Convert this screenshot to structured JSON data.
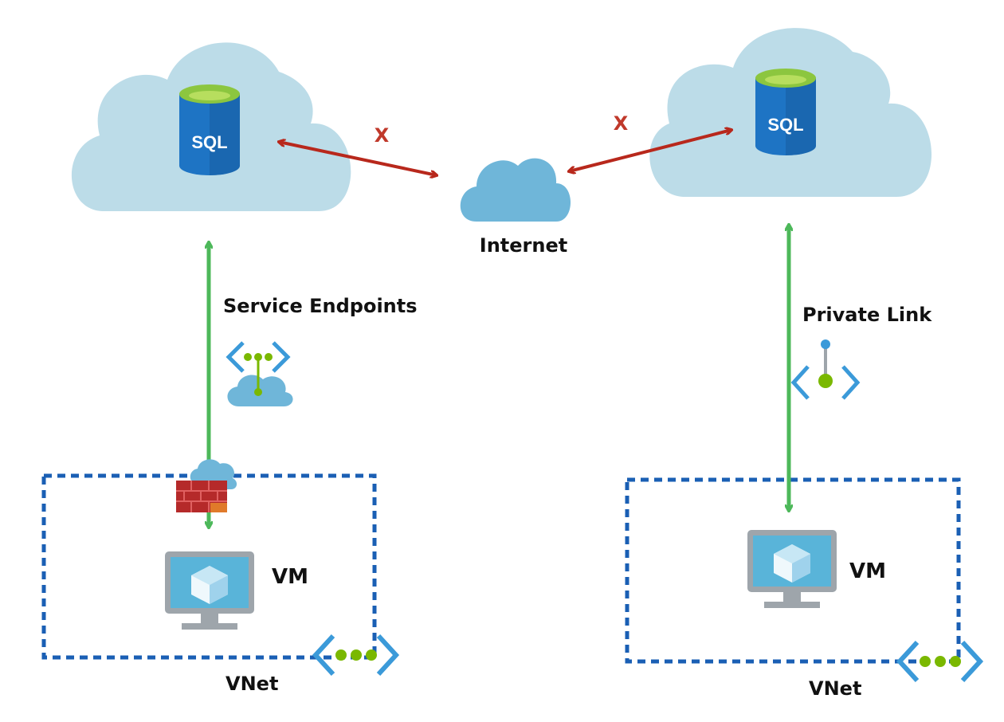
{
  "colors": {
    "cloud_large": "#bcdce8",
    "cloud_small": "#6fb6d9",
    "sql_body": "#1e74c4",
    "sql_top": "#8cc63f",
    "blocked_arrow": "#b8281c",
    "allowed_arrow": "#4db85a",
    "vnet_border": "#1a5fb4",
    "vnet_icon": "#3b9ad9",
    "vnet_dot": "#7ab800",
    "monitor_frame": "#9ea5ab",
    "monitor_screen": "#59b4d9",
    "firewall": "#b52a2a"
  },
  "left": {
    "sql_label": "SQL",
    "blocked_mark": "X",
    "connection_label": "Service Endpoints",
    "vm_label": "VM",
    "vnet_label": "VNet"
  },
  "center": {
    "internet_label": "Internet"
  },
  "right": {
    "sql_label": "SQL",
    "blocked_mark": "X",
    "connection_label": "Private Link",
    "vm_label": "VM",
    "vnet_label": "VNet"
  },
  "icons": [
    "cloud-icon",
    "sql-database-icon",
    "internet-cloud-icon",
    "service-endpoint-icon",
    "private-link-icon",
    "firewall-icon",
    "virtual-machine-icon",
    "vnet-icon"
  ]
}
